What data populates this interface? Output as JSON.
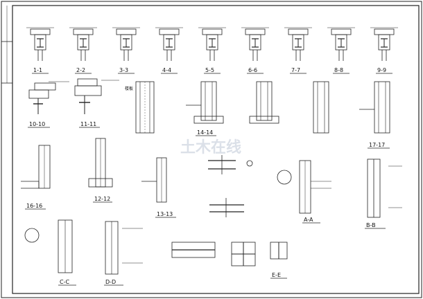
{
  "sections_top": [
    "1-1",
    "2-2",
    "3-3",
    "4-4",
    "5-5",
    "6-6",
    "7-7",
    "8-8",
    "9-9"
  ],
  "sections_mid": [
    "10-10",
    "11-11"
  ],
  "detail_titles": {
    "d14": "14-14",
    "d17": "17-17",
    "d16": "16-16",
    "d12": "12-12",
    "d13": "13-13",
    "aa": "A-A",
    "bb": "B-B",
    "cc": "C-C",
    "dd": "D-D",
    "ee": "E-E"
  },
  "watermark": "土木在线"
}
